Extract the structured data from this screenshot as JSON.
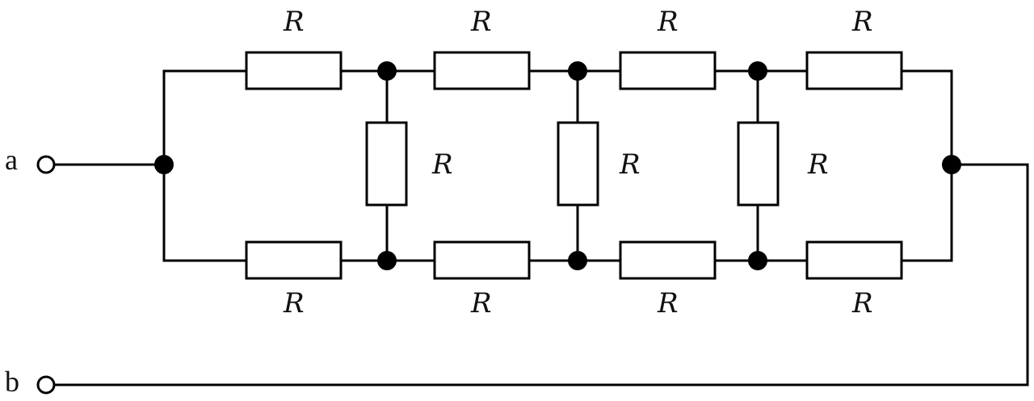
{
  "diagram": {
    "type": "resistor ladder network",
    "terminals": [
      {
        "id": "a",
        "label": "a"
      },
      {
        "id": "b",
        "label": "b"
      }
    ],
    "resistor_label": "R",
    "top_resistors": [
      "R",
      "R",
      "R",
      "R"
    ],
    "bottom_resistors": [
      "R",
      "R",
      "R",
      "R"
    ],
    "rung_resistors": [
      "R",
      "R",
      "R"
    ],
    "resistor_count": 11
  }
}
